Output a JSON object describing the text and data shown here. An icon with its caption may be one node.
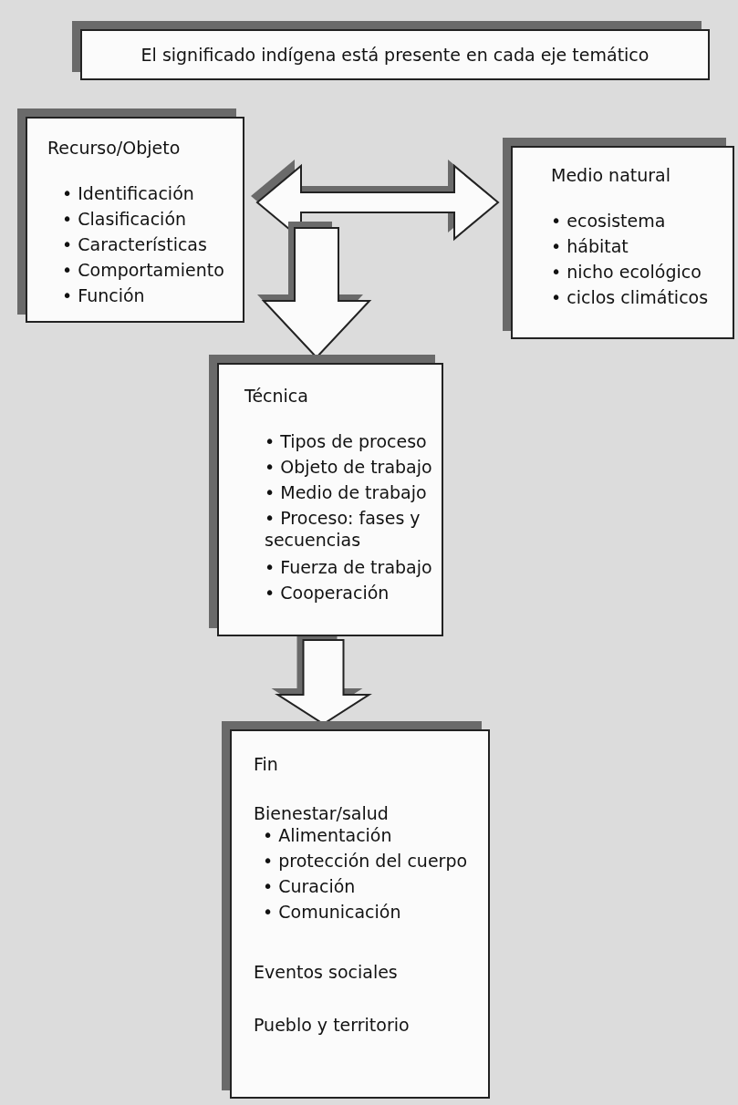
{
  "diagram": {
    "nodes": [
      {
        "text": [
          "El significado indígena está presente en cada eje temático"
        ]
      },
      {
        "text": [
          "Recurso/Objeto",
          "• Identificación",
          "• Clasificación",
          "• Características",
          "• Comportamiento",
          "• Función"
        ]
      },
      {
        "text": [
          "Medio natural",
          "• ecosistema",
          "• hábitat",
          "• nicho ecológico",
          "• ciclos climáticos"
        ]
      },
      {
        "text": [
          "Técnica",
          "• Tipos de proceso",
          "• Objeto de trabajo",
          "• Medio de trabajo",
          "• Proceso: fases y secuencias",
          "• Fuerza de trabajo",
          "• Cooperación"
        ]
      },
      {
        "text": [
          "Fin",
          "Bienestar/salud",
          "• Alimentación",
          "• protección del cuerpo",
          "• Curación",
          "• Comunicación",
          "Eventos sociales",
          "Pueblo y territorio"
        ]
      }
    ],
    "edges": [
      {
        "from": 1,
        "to": 2,
        "arrow": "both"
      },
      {
        "from": null,
        "to": 3,
        "arrow": "to"
      },
      {
        "from": 3,
        "to": 4,
        "arrow": "to"
      }
    ]
  }
}
